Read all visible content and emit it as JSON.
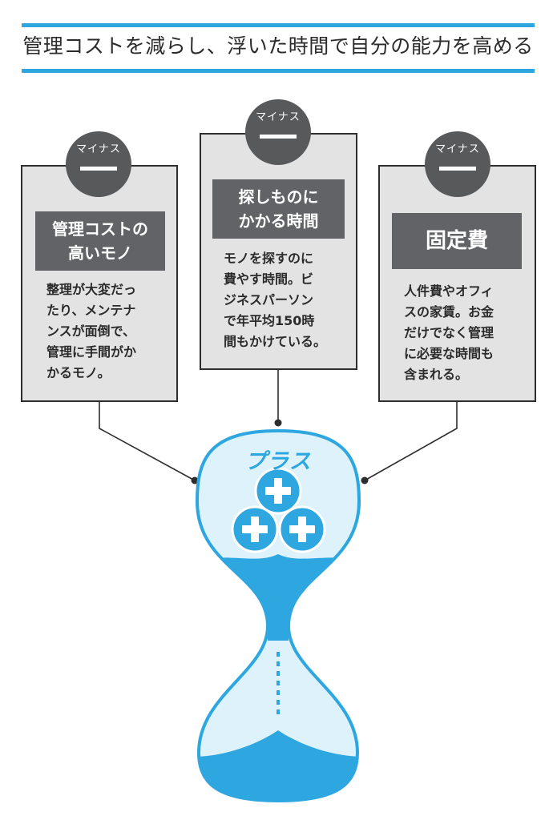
{
  "title": "管理コストを減らし、浮いた時間で自分の能力を高める",
  "colors": {
    "accent": "#2ea7e0",
    "sand": "#2ea7e0",
    "glass_fill": "#def2fb",
    "card_bg": "#e3e3e4",
    "title_bg": "#626366",
    "badge_bg": "#58595b"
  },
  "cards": [
    {
      "badge_label": "マイナス",
      "badge_icon": "minus-icon",
      "title": "管理コストの\n高いモノ",
      "body": "整理が大変だっ\nたり、メンテナ\nンスが面倒で、\n管理に手間がか\nかるモノ。"
    },
    {
      "badge_label": "マイナス",
      "badge_icon": "minus-icon",
      "title": "探しものに\nかかる時間",
      "body": "モノを探すのに\n費やす時間。ビ\nジネスパーソン\nで年平均150時\n間もかけている。"
    },
    {
      "badge_label": "マイナス",
      "badge_icon": "minus-icon",
      "title": "固定費",
      "body": "人件費やオフィ\nスの家賃。お金\nだけでなく管理\nに必要な時間も\n含まれる。"
    }
  ],
  "hourglass": {
    "label": "プラス",
    "icons": [
      "plus-circle-icon",
      "plus-circle-icon",
      "plus-circle-icon"
    ]
  }
}
